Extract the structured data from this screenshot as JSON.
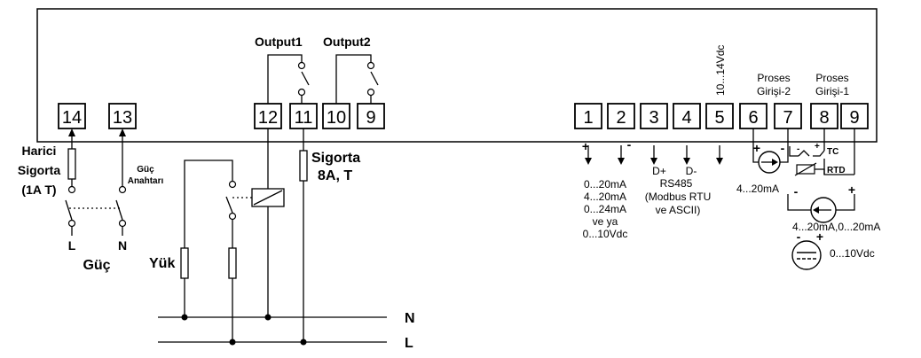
{
  "terminals": [
    "14",
    "13",
    "12",
    "11",
    "10",
    "9",
    "1",
    "2",
    "3",
    "4",
    "5",
    "6",
    "7",
    "8",
    "9"
  ],
  "outputs": {
    "output1": "Output1",
    "output2": "Output2"
  },
  "supply": {
    "label": "10...14Vdc"
  },
  "process_inputs": {
    "pi2_line1": "Proses",
    "pi2_line2": "Girişi-2",
    "pi1_line1": "Proses",
    "pi1_line2": "Girişi-1"
  },
  "power": {
    "fuse_line1": "Harici",
    "fuse_line2": "Sigorta",
    "fuse_line3": "(1A T)",
    "switch_line1": "Güç",
    "switch_line2": "Anahtarı",
    "L": "L",
    "N": "N",
    "title": "Güç"
  },
  "relay": {
    "fuse_line1": "Sigorta",
    "fuse_line2": "8A, T",
    "load": "Yük"
  },
  "mains": {
    "N": "N",
    "L": "L"
  },
  "analog_out": [
    "0...20mA",
    "4...20mA",
    "0...24mA",
    "ve ya",
    "0...10Vdc"
  ],
  "rs485": {
    "dplus": "D+",
    "dminus": "D-",
    "title": "RS485",
    "line1": "(Modbus RTU",
    "line2": "ve ASCII)"
  },
  "signs": {
    "plus": "+",
    "minus": "-"
  },
  "pi": {
    "tc": "TC",
    "rtd": "RTD",
    "cur_in": "4...20mA",
    "cur_src": "4...20mA,0...20mA",
    "volt_src": "0...10Vdc"
  }
}
